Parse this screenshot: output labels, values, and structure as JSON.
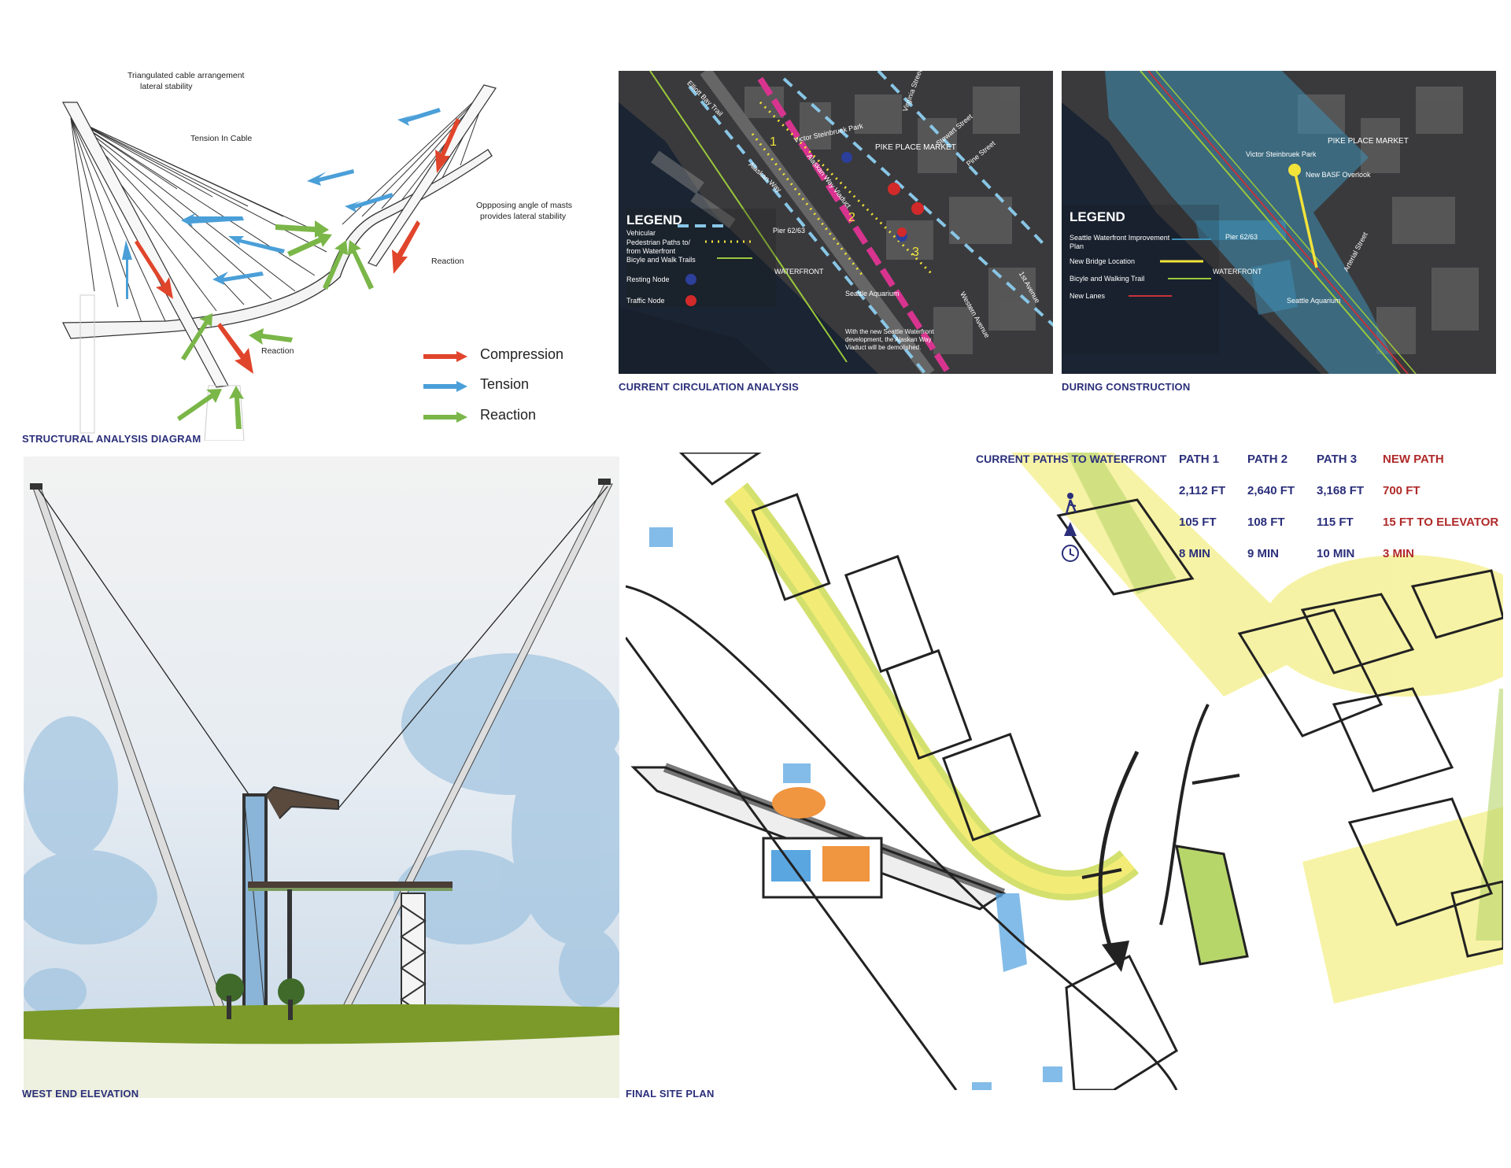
{
  "captions": {
    "structural": "STRUCTURAL ANALYSIS DIAGRAM",
    "current_circulation": "CURRENT CIRCULATION ANALYSIS",
    "during_construction": "DURING CONSTRUCTION",
    "west_end": "WEST END ELEVATION",
    "final_site": "FINAL SITE PLAN"
  },
  "structural": {
    "annotations": {
      "triangulated": "Triangulated cable arrangement",
      "lateral": "lateral stability",
      "tension_cable": "Tension In Cable",
      "opposing1": "Oppposing angle of masts",
      "opposing2": "provides lateral stability",
      "reaction_top": "Reaction",
      "reaction_bottom": "Reaction"
    },
    "legend": [
      {
        "label": "Compression",
        "color": "#e0452b"
      },
      {
        "label": "Tension",
        "color": "#4a9fd8"
      },
      {
        "label": "Reaction",
        "color": "#7ab648"
      }
    ]
  },
  "circulation_map": {
    "legend_title": "LEGEND",
    "legend_items": [
      "Vehicular",
      "Pedestrian Paths to/",
      "from Waterfront",
      "Bicyle and Walk Trails",
      "Resting Node",
      "Traffic Node"
    ],
    "labels": {
      "pike": "PIKE PLACE MARKET",
      "victor": "Victor Steinbruek Park",
      "pier": "Pier 62/63",
      "waterfront": "WATERFRONT",
      "aquarium": "Seattle Aquarium",
      "alaskan": "Alaskan Way",
      "viaduct": "Alaskan Way Viaduct",
      "elliott": "Elliott Bay Trail",
      "pine": "Pine Street",
      "stewart": "Stewart Street",
      "virginia": "Virginia Street",
      "first": "1st Avenue",
      "western": "Western Avenue",
      "n1": "1",
      "n2": "2",
      "n3": "3",
      "note1": "With the new Seattle Waterfront",
      "note2": "development, the Alaskan Way",
      "note3": "Viaduct will be demolished."
    }
  },
  "construction_map": {
    "legend_title": "LEGEND",
    "legend_items": [
      "Seattle Waterfront Improvement",
      "Plan",
      "New Bridge Location",
      "Bicyle and Walking Trail",
      "New Lanes"
    ],
    "labels": {
      "pike": "PIKE PLACE MARKET",
      "victor": "Victor Steinbruek Park",
      "basf": "New BASF Overlook",
      "pier": "Pier 62/63",
      "waterfront": "WATERFRONT",
      "aquarium": "Seattle Aquarium",
      "arterial": "Arterial Street"
    }
  },
  "site_plan": {
    "header": "CURRENT PATHS TO WATERFRONT",
    "columns": [
      "PATH 1",
      "PATH 2",
      "PATH 3",
      "NEW PATH"
    ],
    "rows": [
      [
        "2,112 FT",
        "2,640 FT",
        "3,168 FT",
        "700 FT"
      ],
      [
        "105 FT",
        "108 FT",
        "115 FT",
        "15 FT TO ELEVATOR"
      ],
      [
        "8 MIN",
        "9 MIN",
        "10 MIN",
        "3 MIN"
      ]
    ]
  }
}
